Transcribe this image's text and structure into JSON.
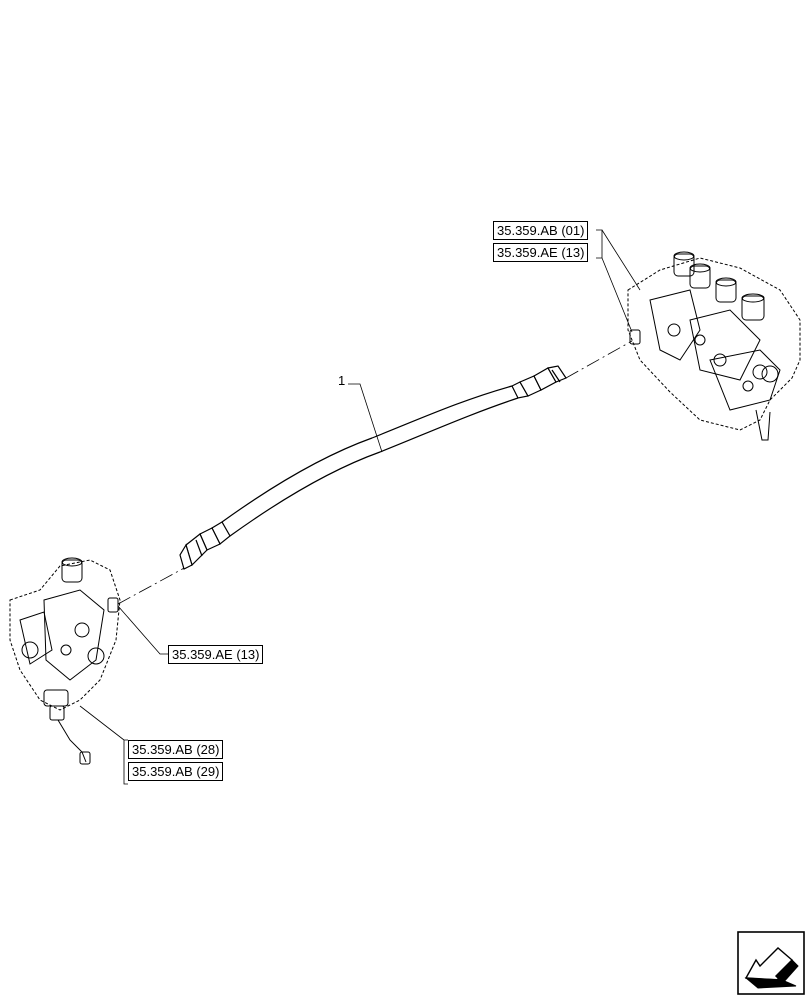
{
  "callout": {
    "item_number": "1"
  },
  "references": {
    "right_top": "35.359.AB (01)",
    "right_second": "35.359.AE (13)",
    "left_middle": "35.359.AE (13)",
    "left_bottom_first": "35.359.AB (28)",
    "left_bottom_second": "35.359.AB (29)"
  }
}
